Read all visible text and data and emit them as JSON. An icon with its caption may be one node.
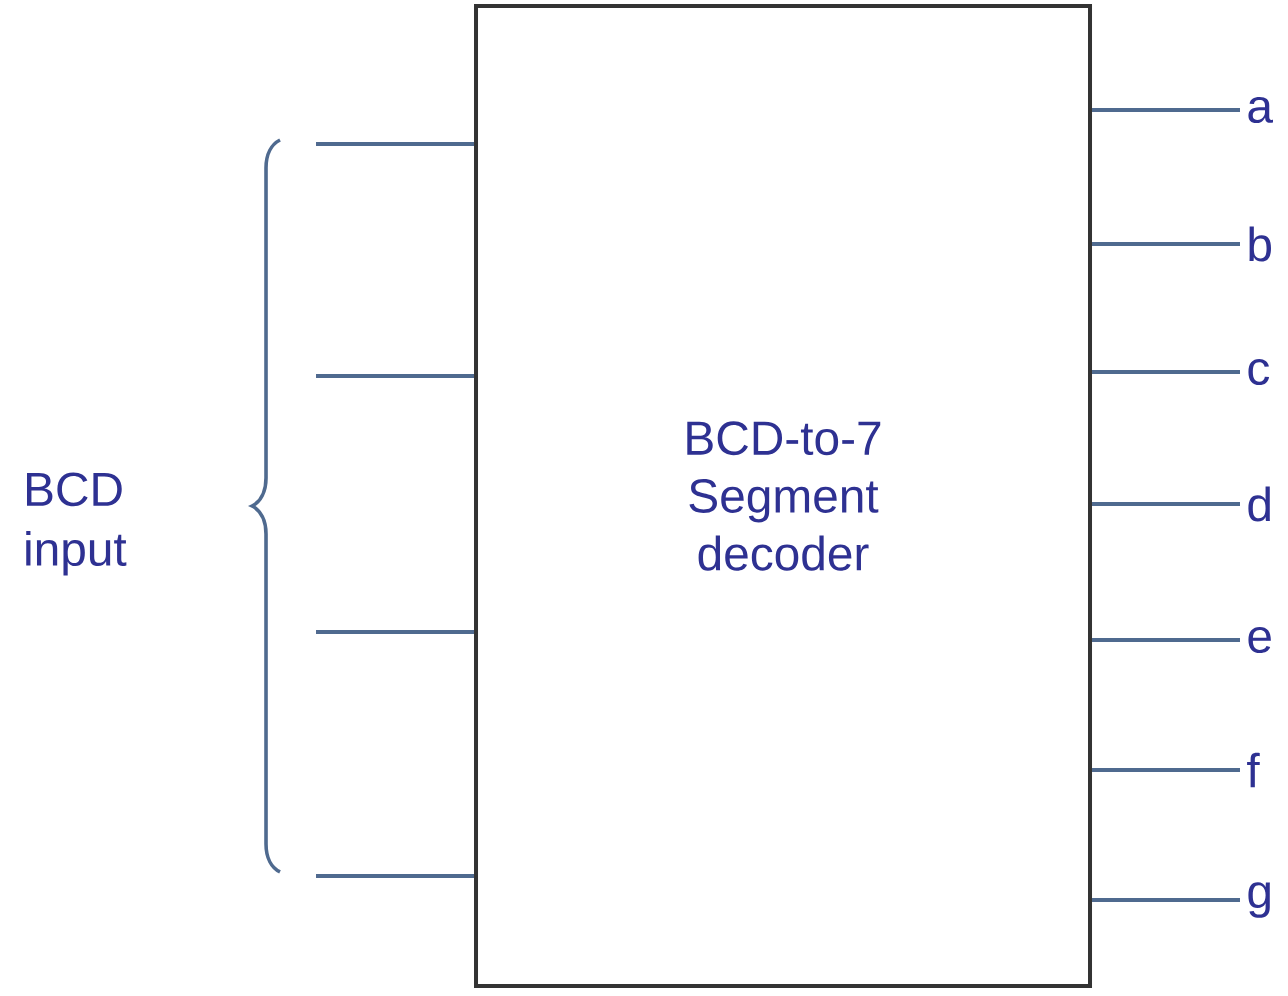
{
  "diagram": {
    "nodes": [
      {
        "text": [
          "BCD-to-7 Segment decoder"
        ]
      },
      {
        "text": [
          "a"
        ]
      },
      {
        "text": [
          "b"
        ]
      },
      {
        "text": [
          "c"
        ]
      },
      {
        "text": [
          "d"
        ]
      },
      {
        "text": [
          "e"
        ]
      },
      {
        "text": [
          "f"
        ]
      },
      {
        "text": [
          "g"
        ]
      }
    ],
    "edges": [
      {
        "from": null,
        "to": 0,
        "arrow": "none"
      },
      {
        "from": null,
        "to": 0,
        "arrow": "none"
      },
      {
        "from": null,
        "to": 0,
        "arrow": "none"
      },
      {
        "from": null,
        "to": 0,
        "arrow": "none"
      },
      {
        "from": 0,
        "to": 1,
        "arrow": "none"
      },
      {
        "from": 0,
        "to": 2,
        "arrow": "none"
      },
      {
        "from": 0,
        "to": 3,
        "arrow": "none"
      },
      {
        "from": 0,
        "to": 4,
        "arrow": "none"
      },
      {
        "from": 0,
        "to": 5,
        "arrow": "none"
      },
      {
        "from": 0,
        "to": 6,
        "arrow": "none"
      },
      {
        "from": 0,
        "to": 7,
        "arrow": "none"
      }
    ],
    "labels": [
      "BCD input"
    ]
  }
}
